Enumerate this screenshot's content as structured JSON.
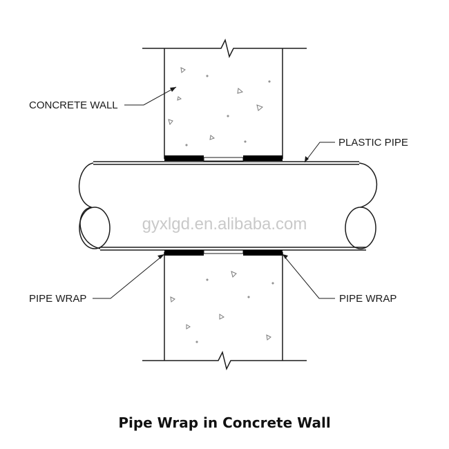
{
  "labels": {
    "concrete_wall": "CONCRETE WALL",
    "plastic_pipe": "PLASTIC PIPE",
    "pipe_wrap_left": "PIPE WRAP",
    "pipe_wrap_right": "PIPE WRAP"
  },
  "watermark": "gyxlgd.en.alibaba.com",
  "caption": "Pipe Wrap in Concrete Wall",
  "colors": {
    "line": "#1a1a1a",
    "wrap": "#000000",
    "watermark": "#c9c9c9"
  }
}
